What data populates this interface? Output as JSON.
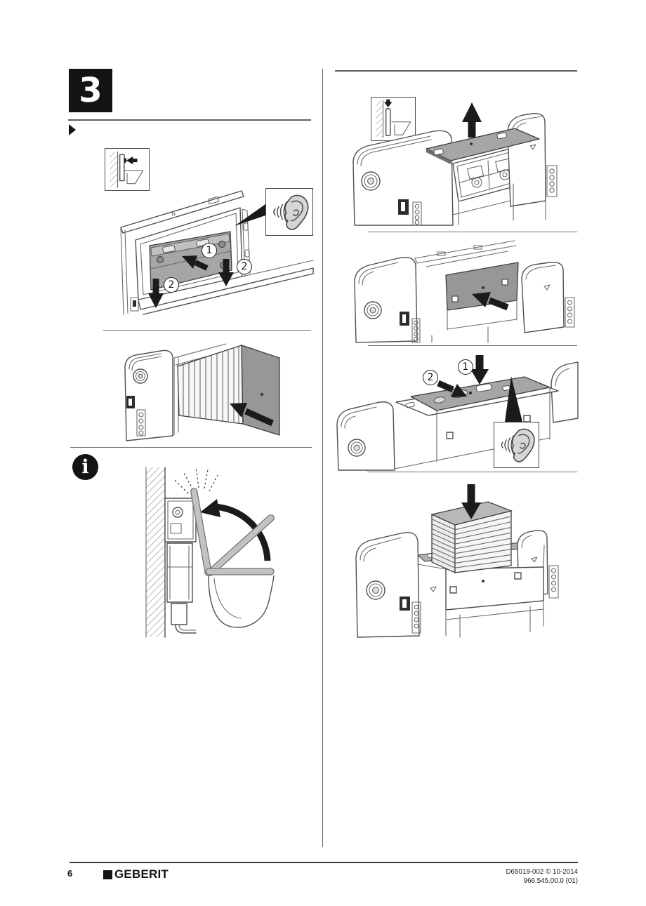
{
  "header": {
    "step_number": "3"
  },
  "callouts": {
    "open_flap": {
      "step1": "1",
      "step2_right": "2",
      "step2_left": "2"
    },
    "press_cover": {
      "step1": "1",
      "step2": "2"
    }
  },
  "info": {
    "symbol": "i"
  },
  "footer": {
    "page_number": "6",
    "brand": "GEBERIT",
    "doc_ref": "D65019-002 © 10-2014",
    "doc_version": "966.545.00.0 (01)"
  },
  "icons": {
    "ear_icon_meaning": "listen-for-click",
    "wall_icon_left_meaning": "press-panel-toward-wall",
    "wall_icon_right_meaning": "slide-panel-down-at-wall",
    "info_icon_meaning": "information-note",
    "marker_icon_meaning": "instruction-step-bullet"
  },
  "colors": {
    "ink": "#1b1b1b",
    "line_gray": "#4f4f4f",
    "rule_gray": "#5f5f5f",
    "plate_gray": "#a6a6a6",
    "panel_gray": "#979797",
    "soft_gray": "#d6d6d6",
    "paper": "#ffffff"
  }
}
